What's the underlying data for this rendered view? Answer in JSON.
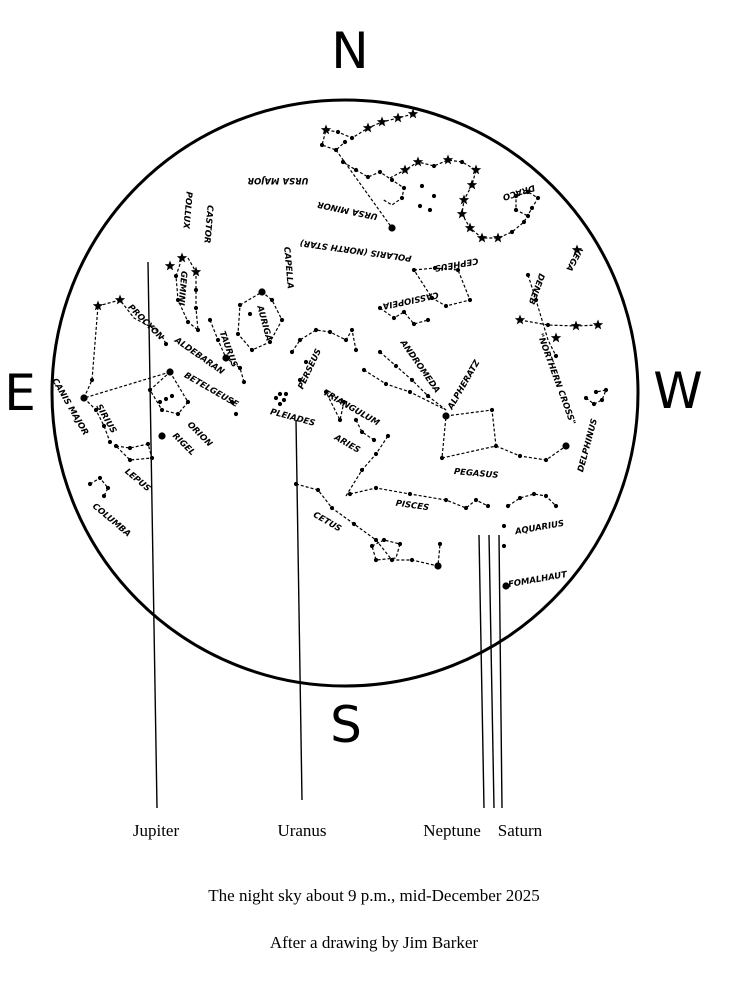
{
  "compass": {
    "north": "N",
    "east": "E",
    "west": "W",
    "south": "S"
  },
  "constellations": [
    {
      "key": "ursa_major",
      "label": "URSA MAJOR"
    },
    {
      "key": "ursa_minor",
      "label": "URSA MINOR"
    },
    {
      "key": "polaris",
      "label": "POLARIS (NORTH STAR)"
    },
    {
      "key": "draco",
      "label": "DRACO"
    },
    {
      "key": "castor",
      "label": "CASTOR"
    },
    {
      "key": "pollux",
      "label": "POLLUX"
    },
    {
      "key": "gemini",
      "label": "GEMINI"
    },
    {
      "key": "capella",
      "label": "CAPELLA"
    },
    {
      "key": "auriga",
      "label": "AURIGA"
    },
    {
      "key": "cepheus",
      "label": "CEPHEUS"
    },
    {
      "key": "cassiopeia",
      "label": "CASSIOPEIA"
    },
    {
      "key": "vega",
      "label": "VEGA"
    },
    {
      "key": "deneb",
      "label": "DENEB"
    },
    {
      "key": "procyon",
      "label": "PROCYON"
    },
    {
      "key": "aldebaran",
      "label": "ALDEBARAN"
    },
    {
      "key": "taurus",
      "label": "TAURUS"
    },
    {
      "key": "betelgeuse",
      "label": "BETELGEUSE"
    },
    {
      "key": "perseus",
      "label": "PERSEUS"
    },
    {
      "key": "andromeda",
      "label": "ANDROMEDA"
    },
    {
      "key": "alpheratz",
      "label": "ALPHERATZ"
    },
    {
      "key": "northern_cross",
      "label": "\"NORTHERN CROSS\""
    },
    {
      "key": "canis_major",
      "label": "CANIS MAJOR"
    },
    {
      "key": "sirius",
      "label": "SIRIUS"
    },
    {
      "key": "orion",
      "label": "ORION"
    },
    {
      "key": "rigel",
      "label": "RIGEL"
    },
    {
      "key": "lepus",
      "label": "LEPUS"
    },
    {
      "key": "columba",
      "label": "COLUMBA"
    },
    {
      "key": "pleiades",
      "label": "PLEIADES"
    },
    {
      "key": "triangulum",
      "label": "TRIANGULUM"
    },
    {
      "key": "aries",
      "label": "ARIES"
    },
    {
      "key": "pegasus",
      "label": "PEGASUS"
    },
    {
      "key": "delphinus",
      "label": "DELPHINUS"
    },
    {
      "key": "pisces",
      "label": "PISCES"
    },
    {
      "key": "cetus",
      "label": "CETUS"
    },
    {
      "key": "aquarius",
      "label": "AQUARIUS"
    },
    {
      "key": "fomalhaut",
      "label": "FOMALHAUT"
    }
  ],
  "planets": [
    {
      "key": "jupiter",
      "label": "Jupiter"
    },
    {
      "key": "uranus",
      "label": "Uranus"
    },
    {
      "key": "neptune",
      "label": "Neptune"
    },
    {
      "key": "saturn",
      "label": "Saturn"
    }
  ],
  "caption": {
    "title": "The night sky about 9 p.m., mid-December 2025",
    "credit": "After a drawing by Jim Barker"
  }
}
